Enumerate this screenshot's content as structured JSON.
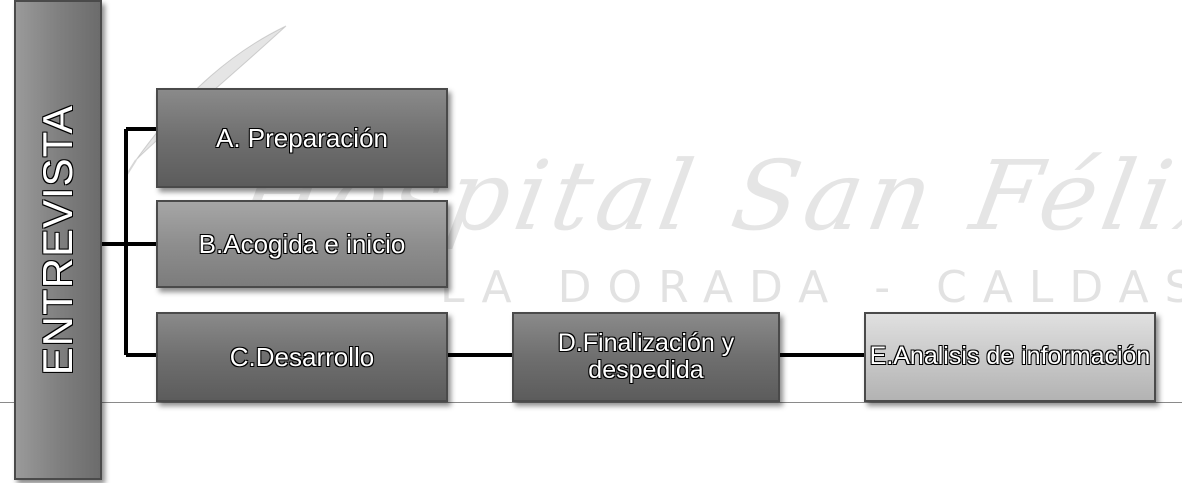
{
  "watermark": {
    "script_text": "Hospital San Félix",
    "caps_text": "LA DORADA - CALDAS",
    "quill": "quill-pen-icon"
  },
  "diagram": {
    "root": {
      "label": "ENTREVISTA"
    },
    "steps": [
      {
        "label": "A. Preparación"
      },
      {
        "label": "B.Acogida e inicio"
      },
      {
        "label": "C.Desarrollo"
      },
      {
        "label": "D.Finalización y despedida"
      },
      {
        "label": "E.Analisis de información"
      }
    ],
    "colors": {
      "line": "#000000",
      "box_border": "#4a4a4a",
      "dark_fill": "#6f6f6f",
      "light_fill": "#c9c9c9",
      "text": "#ffffff"
    }
  }
}
